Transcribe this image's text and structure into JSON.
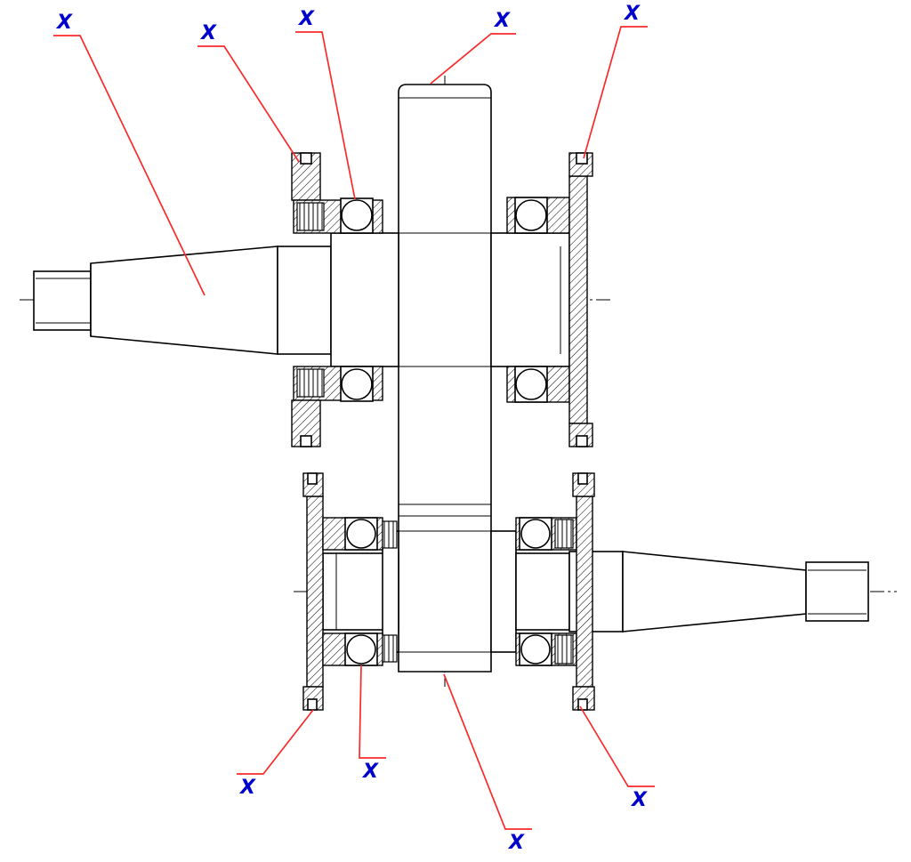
{
  "colors": {
    "line": "#000000",
    "leader": "#fb2a2a",
    "label": "#0000cc",
    "background": "#ffffff"
  },
  "callouts": [
    {
      "label": "X"
    },
    {
      "label": "X"
    },
    {
      "label": "X"
    },
    {
      "label": "X"
    },
    {
      "label": "X"
    },
    {
      "label": "X"
    },
    {
      "label": "X"
    },
    {
      "label": "X"
    },
    {
      "label": "X"
    }
  ]
}
